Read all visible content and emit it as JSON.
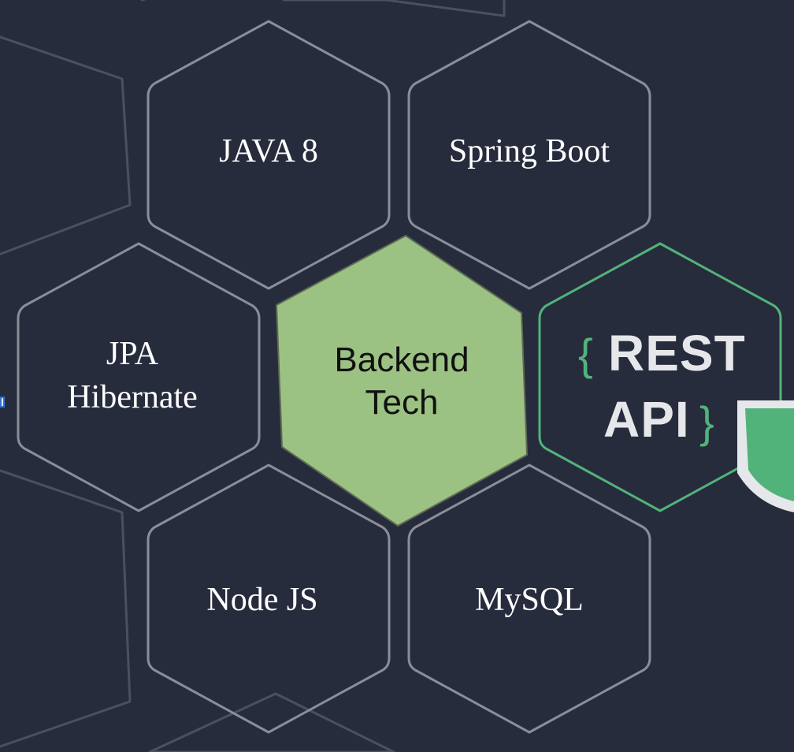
{
  "diagram": {
    "center": {
      "lines": [
        "Backend",
        "Tech"
      ],
      "fill": "#9cc283"
    },
    "nodes": [
      {
        "id": "java8",
        "lines": [
          "JAVA 8"
        ]
      },
      {
        "id": "spring-boot",
        "lines": [
          "Spring Boot"
        ]
      },
      {
        "id": "jpa-hibernate",
        "lines": [
          "JPA",
          "Hibernate"
        ]
      },
      {
        "id": "node-js",
        "lines": [
          "Node JS"
        ]
      },
      {
        "id": "mysql",
        "lines": [
          "MySQL"
        ]
      }
    ],
    "rest_api_logo": {
      "line1": "REST",
      "line2": "API",
      "brace_open": "{",
      "brace_close": "}",
      "accent": "#52b37a"
    },
    "colors": {
      "background": "#272c3d",
      "hex_outline": "#8a8e98",
      "hex_outline_faint": "#4a5062",
      "text": "#ffffff"
    }
  }
}
